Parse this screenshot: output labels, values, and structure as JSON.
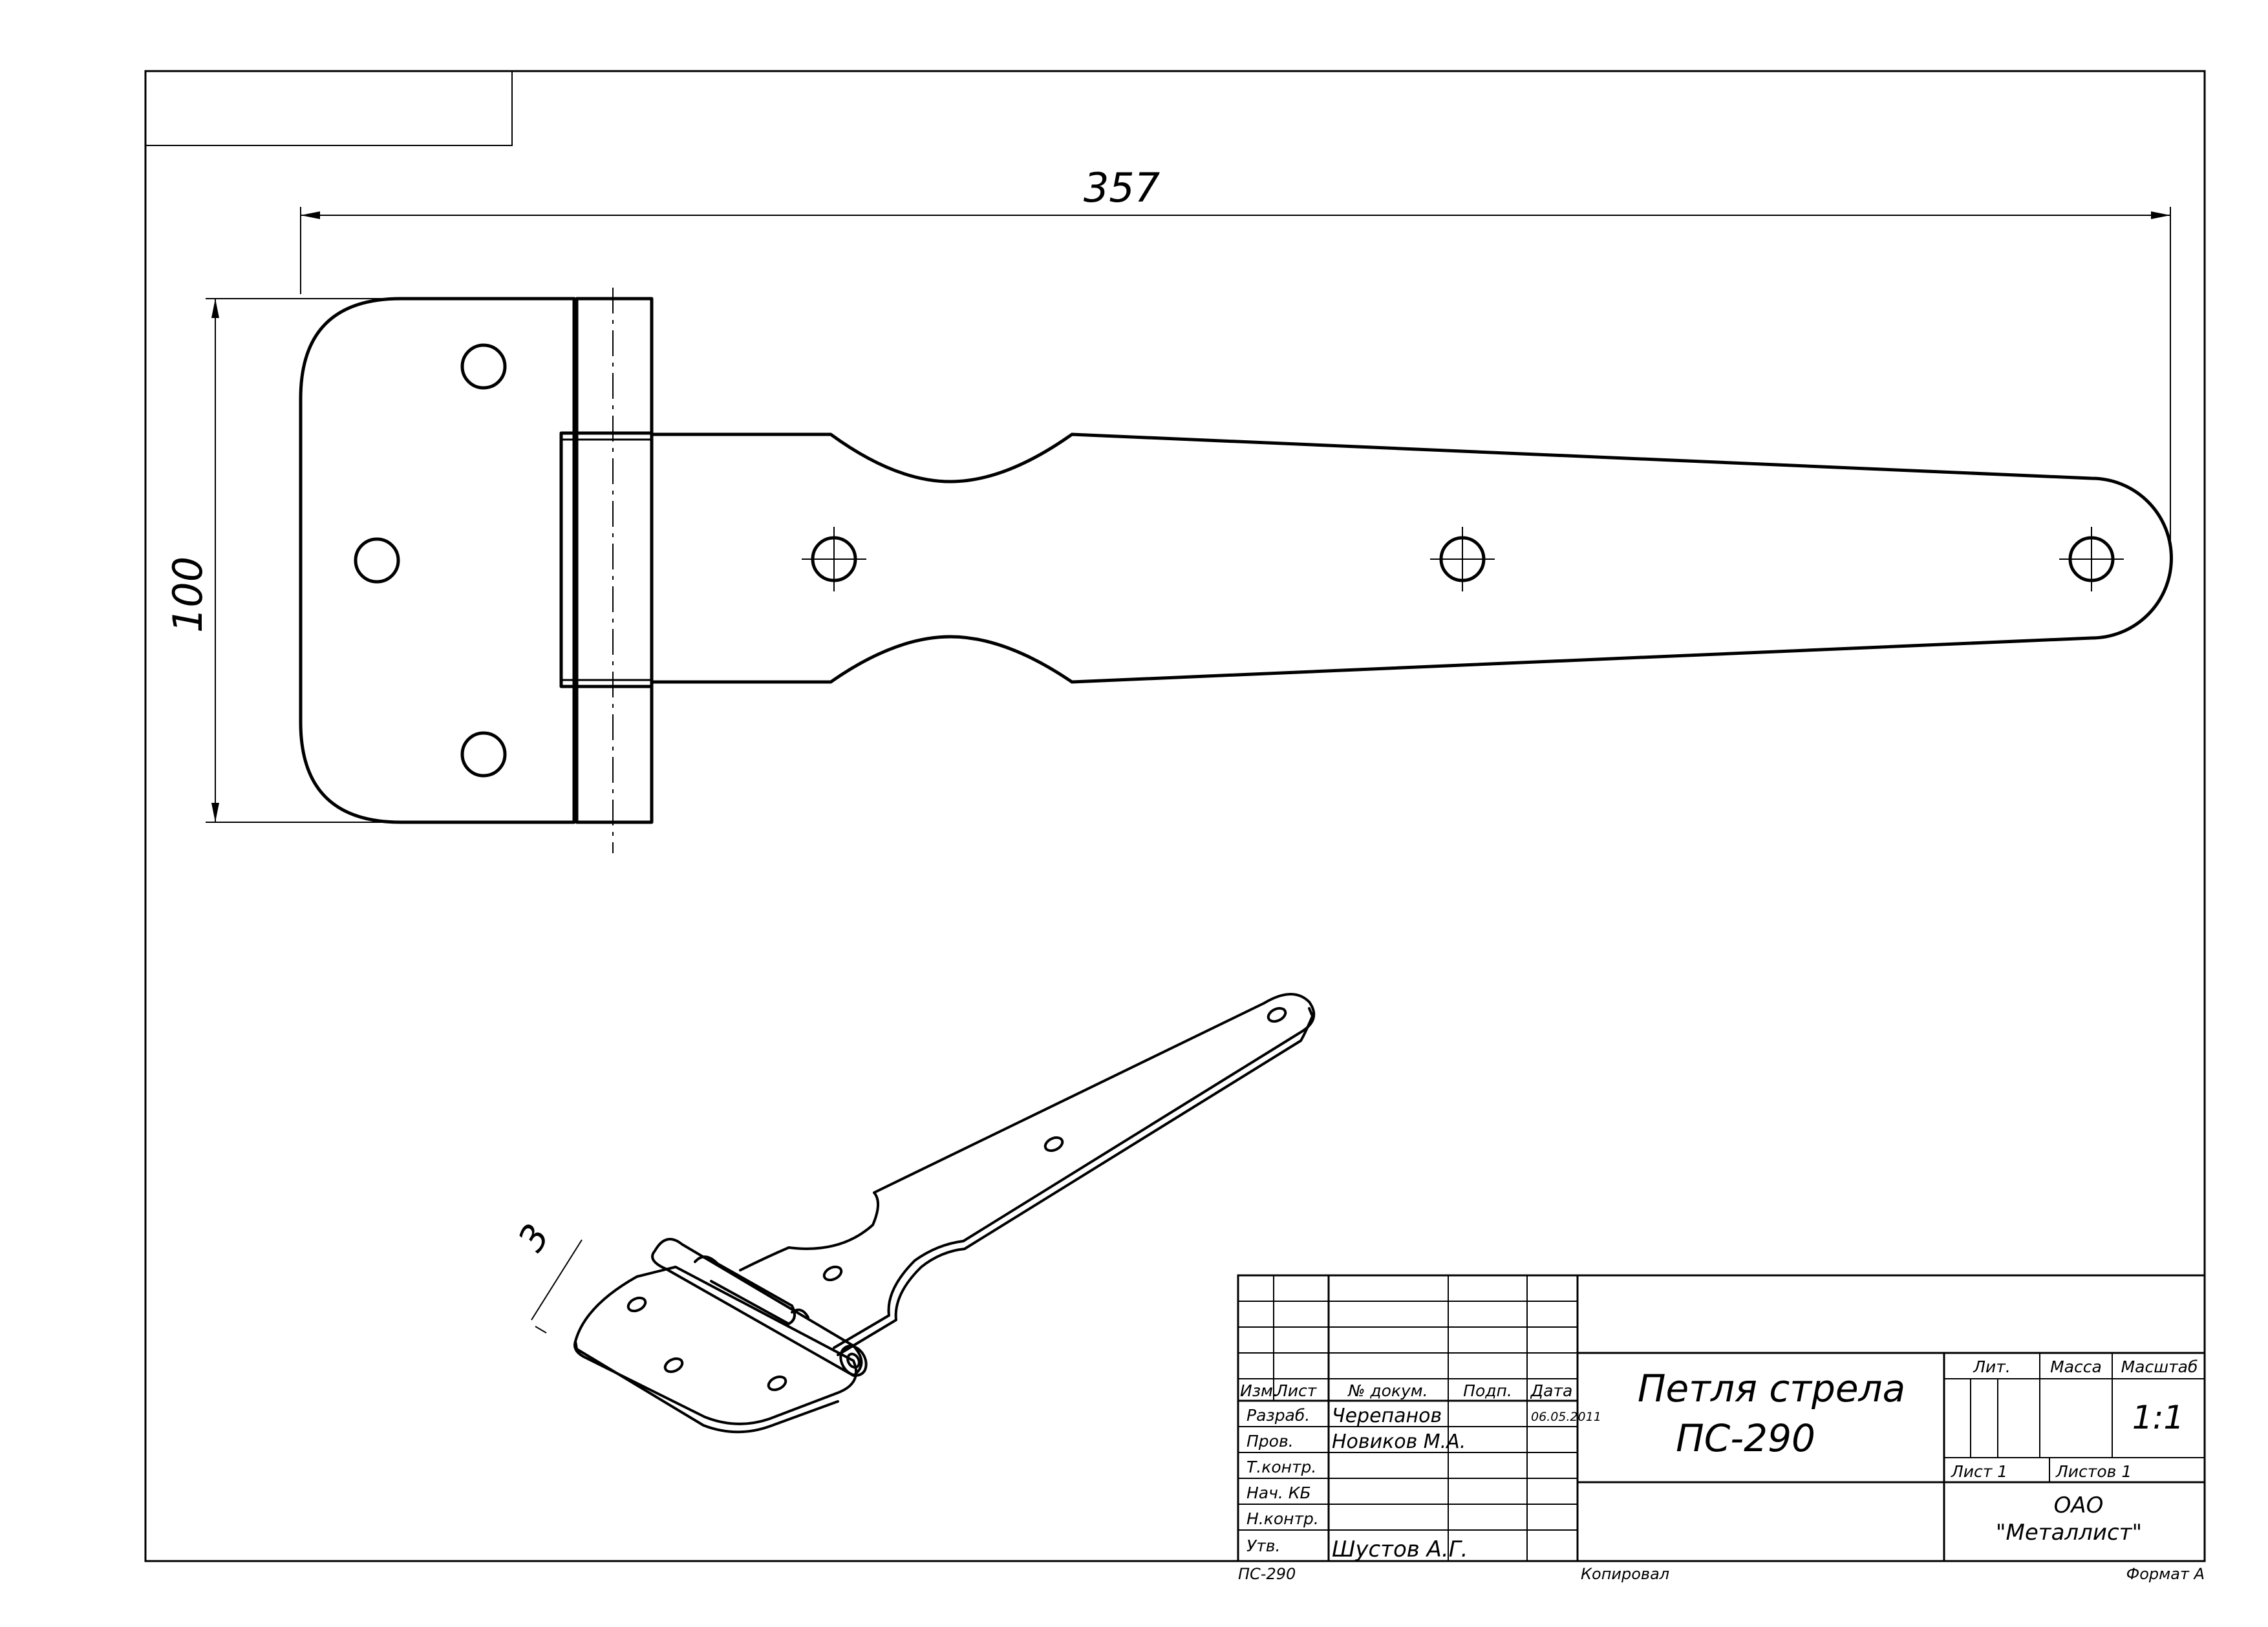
{
  "dimensions": {
    "length": "357",
    "height": "100",
    "thickness": "3"
  },
  "title_block": {
    "column_headers": {
      "change": "Изм.",
      "sheet": "Лист",
      "doc_no": "№ докум.",
      "signature": "Подп.",
      "date": "Дата"
    },
    "roles": {
      "developer": "Разраб.",
      "checker": "Пров.",
      "tech_control": "Т.контр.",
      "head_kb": "Нач. КБ",
      "norm_control": "Н.контр.",
      "approved": "Утв."
    },
    "names": {
      "developer": "Черепанов",
      "checker": "Новиков М.А.",
      "approved": "Шустов А.Г."
    },
    "dev_date": "06.05.2011",
    "title_line1": "Петля стрела",
    "title_line2": "ПС-290",
    "lit_label": "Лит.",
    "mass_label": "Масса",
    "scale_label": "Масштаб",
    "scale_value": "1:1",
    "sheet_label": "Лист 1",
    "sheets_label": "Листов 1",
    "org_line1": "ОАО",
    "org_line2": "\"Металлист\""
  },
  "footer": {
    "doc_code": "ПС-290",
    "copied": "Копировал",
    "format": "Формат А"
  }
}
